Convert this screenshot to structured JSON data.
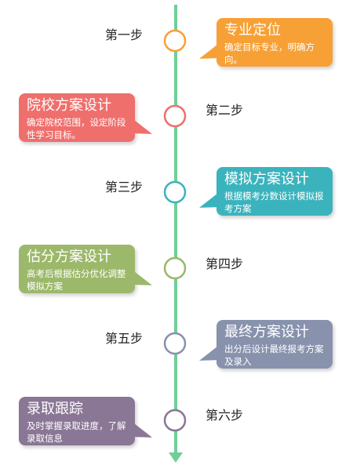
{
  "colors": {
    "line": "#6fcf97",
    "step1": "#f7a035",
    "step2": "#ef6f6c",
    "step3": "#3bb3bd",
    "step4": "#9cb86a",
    "step5": "#8892ad",
    "step6": "#8a7695"
  },
  "steps": [
    {
      "label": "第一步",
      "title": "专业定位",
      "desc": "确定目标专业，明确方向。"
    },
    {
      "label": "第二步",
      "title": "院校方案设计",
      "desc": "确定院校范围，设定阶段性学习目标。"
    },
    {
      "label": "第三步",
      "title": "模拟方案设计",
      "desc": "根据模考分数设计模拟报考方案"
    },
    {
      "label": "第四步",
      "title": "估分方案设计",
      "desc": "高考后根据估分优化调整模拟方案"
    },
    {
      "label": "第五步",
      "title": "最终方案设计",
      "desc": "出分后设计最终报考方案及录入"
    },
    {
      "label": "第六步",
      "title": "录取跟踪",
      "desc": "及时掌握录取进度，了解录取信息"
    }
  ]
}
